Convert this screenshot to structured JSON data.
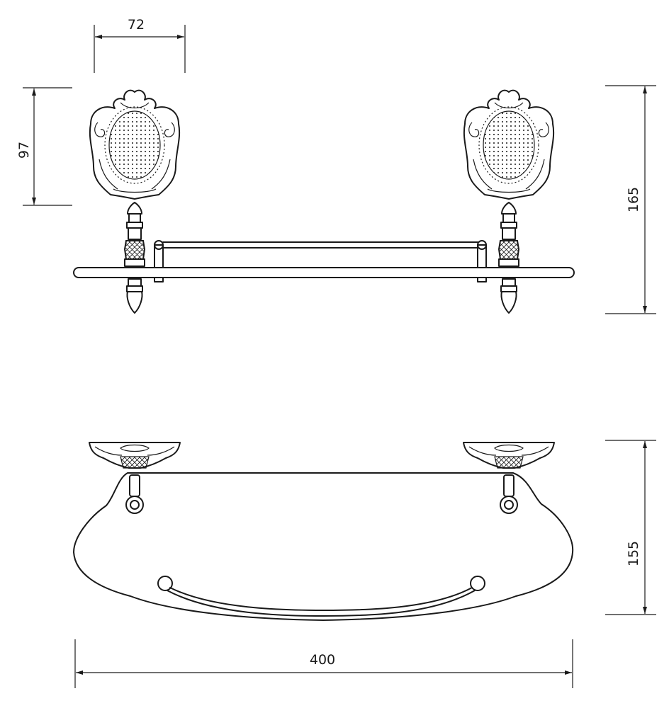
{
  "dimensions": {
    "bracket_width": "72",
    "bracket_height": "97",
    "front_height": "165",
    "top_depth": "155",
    "overall_width": "400"
  },
  "colors": {
    "line": "#1a1a1a",
    "background": "#ffffff"
  }
}
